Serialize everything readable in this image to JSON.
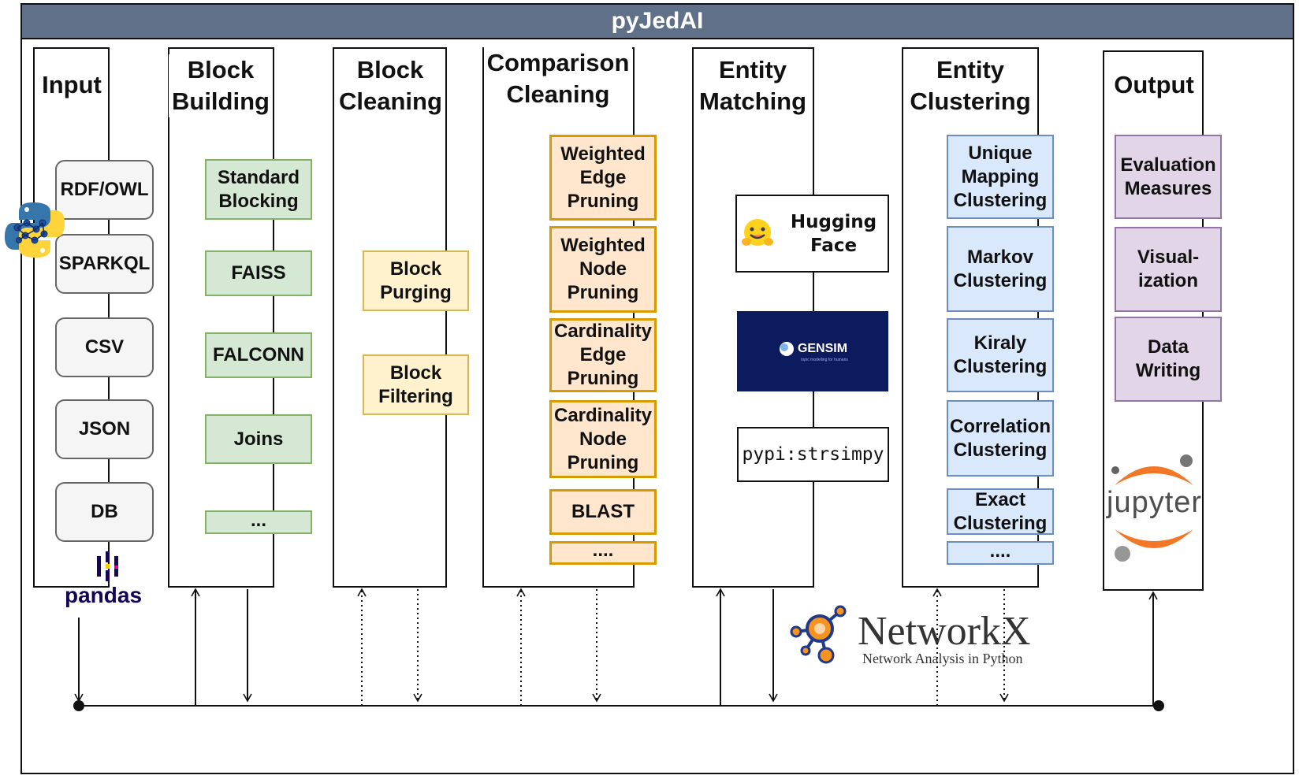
{
  "title": "pyJedAI",
  "columns": {
    "input": "Input",
    "block_building": "Block\nBuilding",
    "block_cleaning": "Block\nCleaning",
    "comparison_cleaning": "Comparison\nCleaning",
    "entity_matching": "Entity\nMatching",
    "entity_clustering": "Entity\nClustering",
    "output": "Output"
  },
  "input_items": [
    "RDF/OWL",
    "SPARKQL",
    "CSV",
    "JSON",
    "DB"
  ],
  "block_building_items": [
    "Standard\nBlocking",
    "FAISS",
    "FALCONN",
    "Joins",
    "..."
  ],
  "block_cleaning_items": [
    "Block\nPurging",
    "Block\nFiltering"
  ],
  "comparison_cleaning_items": [
    "Weighted\nEdge\nPruning",
    "Weighted\nNode\nPruning",
    "Cardinality\nEdge\nPruning",
    "Cardinality\nNode\nPruning",
    "BLAST",
    "...."
  ],
  "entity_matching_items": [
    "Hugging Face",
    "GENSIM",
    "topic modelling for humans",
    "pypi:strsimpy"
  ],
  "entity_clustering_items": [
    "Unique\nMapping\nClustering",
    "Markov\nClustering",
    "Kiraly\nClustering",
    "Correlation\nClustering",
    "Exact\nClustering",
    "...."
  ],
  "output_items": [
    "Evaluation\nMeasures",
    "Visual-\nization",
    "Data\nWriting"
  ],
  "logos": {
    "pandas": "pandas",
    "networkx": "NetworkX",
    "networkx_sub": "Network Analysis in Python",
    "jupyter": "jupyter"
  },
  "colors": {
    "title_bar": "#607088",
    "gray_fill": "#f5f5f5",
    "green_fill": "#d5e8d4",
    "yellow_fill": "#fff2cc",
    "orange_fill": "#ffe6cc",
    "blue_fill": "#dae8fc",
    "purple_fill": "#e1d5e7",
    "gensim_bg": "#0c1a5e"
  }
}
